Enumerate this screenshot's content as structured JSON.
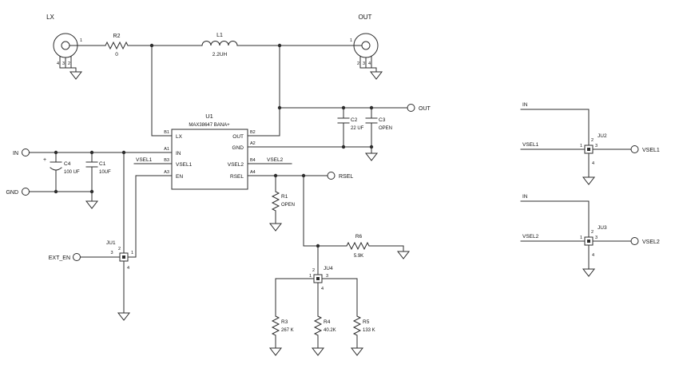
{
  "colors": {
    "wire": "#2d2d2d",
    "text": "#111111",
    "background": "#ffffff"
  },
  "components": {
    "u1": {
      "ref": "U1",
      "part": "MAX38647 BANA+",
      "left_pins": [
        {
          "num": "B1",
          "name": "LX"
        },
        {
          "num": "A1",
          "name": "IN"
        },
        {
          "num": "B3",
          "name": "VSEL1"
        },
        {
          "num": "A3",
          "name": "EN"
        }
      ],
      "right_pins": [
        {
          "num": "B2",
          "name": "OUT"
        },
        {
          "num": "A2",
          "name": "GND"
        },
        {
          "num": "B4",
          "name": "VSEL2"
        },
        {
          "num": "A4",
          "name": "RSEL"
        }
      ]
    },
    "lx_jack": {
      "ref": "LX",
      "pin1": "1",
      "pin2": "2",
      "pin3": "3",
      "pin4": "4"
    },
    "out_jack": {
      "ref": "OUT",
      "pin1": "1",
      "pin2": "2",
      "pin3": "3",
      "pin4": "4"
    },
    "r1": {
      "ref": "R1",
      "value": "OPEN"
    },
    "r2": {
      "ref": "R2",
      "value": "0"
    },
    "r3": {
      "ref": "R3",
      "value": "267 K"
    },
    "r4": {
      "ref": "R4",
      "value": "40.2K"
    },
    "r5": {
      "ref": "R5",
      "value": "133 K"
    },
    "r6": {
      "ref": "R6",
      "value": "5.9K"
    },
    "c1": {
      "ref": "C1",
      "value": "10UF"
    },
    "c2": {
      "ref": "C2",
      "value": "22 UF"
    },
    "c3": {
      "ref": "C3",
      "value": "OPEN"
    },
    "c4": {
      "ref": "C4",
      "value": "100 UF",
      "polarity": "+"
    },
    "l1": {
      "ref": "L1",
      "value": "2.2UH"
    },
    "ju1": {
      "ref": "JU1",
      "pin_top": "2",
      "pin_left": "3",
      "pin_right": "1",
      "pin_bottom": "4"
    },
    "ju2": {
      "ref": "JU2",
      "pin_top": "2",
      "pin_left": "1",
      "pin_right": "3",
      "pin_bottom": "4"
    },
    "ju3": {
      "ref": "JU3",
      "pin_top": "2",
      "pin_left": "1",
      "pin_right": "3",
      "pin_bottom": "4"
    },
    "ju4": {
      "ref": "JU4",
      "pin_top": "2",
      "pin_left": "1",
      "pin_right": "3",
      "pin_bottom": "4"
    }
  },
  "terminals": {
    "in": "IN",
    "gnd": "GND",
    "ext_en": "EXT_EN",
    "out": "OUT",
    "rsel": "RSEL",
    "vsel1": "VSEL1",
    "vsel2": "VSEL2"
  },
  "net_labels": {
    "vsel1_u1": "VSEL1",
    "vsel2_u1": "VSEL2",
    "in_ju2": "IN",
    "vsel1_ju2": "VSEL1",
    "in_ju3": "IN",
    "vsel2_ju3": "VSEL2"
  }
}
